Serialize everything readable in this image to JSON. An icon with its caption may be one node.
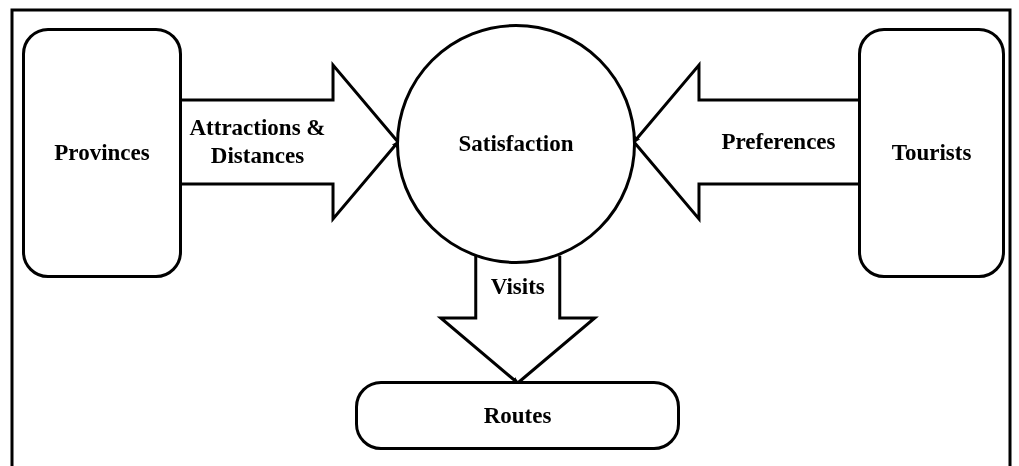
{
  "diagram": {
    "nodes": [
      {
        "text": [
          "Provinces"
        ]
      },
      {
        "text": [
          "Satisfaction"
        ]
      },
      {
        "text": [
          "Tourists"
        ]
      },
      {
        "text": [
          "Routes"
        ]
      }
    ],
    "edges": [
      {
        "from": 0,
        "to": 1,
        "arrow": "to",
        "label": "Attractions & Distances"
      },
      {
        "from": 2,
        "to": 1,
        "arrow": "to",
        "label": "Preferences"
      },
      {
        "from": 1,
        "to": 3,
        "arrow": "to",
        "label": "Visits"
      }
    ]
  }
}
